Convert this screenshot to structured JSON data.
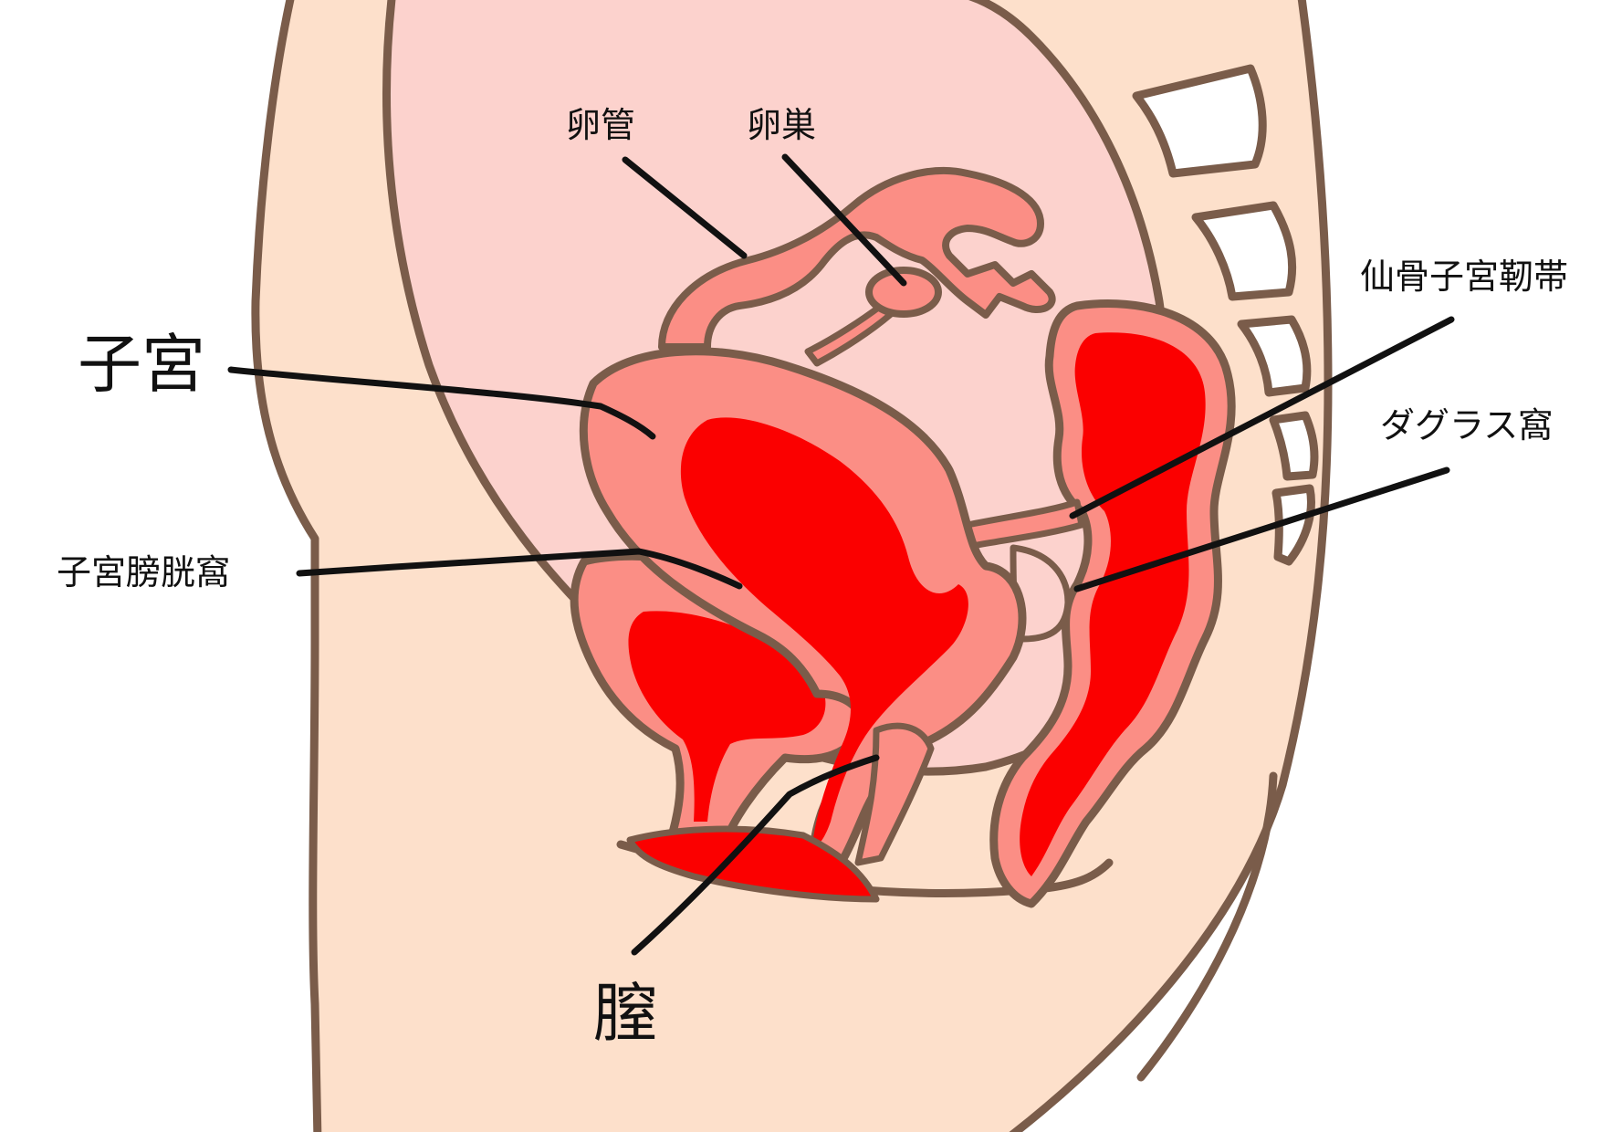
{
  "labels": {
    "uterus": "子宮",
    "fallopian_tube": "卵管",
    "ovary": "卵巣",
    "uterosacral_ligament": "仙骨子宮靭帯",
    "pouch_of_douglas": "ダグラス窩",
    "vesicouterine_pouch": "子宮膀胱窩",
    "vagina": "膣"
  },
  "colors": {
    "outline": "#7a5c4a",
    "skin": "#fde0cb",
    "cavity": "#fcd2cd",
    "tissue": "#fb8e85",
    "lumen": "#fb0000",
    "bone": "#ffffff",
    "leader": "#111111"
  }
}
